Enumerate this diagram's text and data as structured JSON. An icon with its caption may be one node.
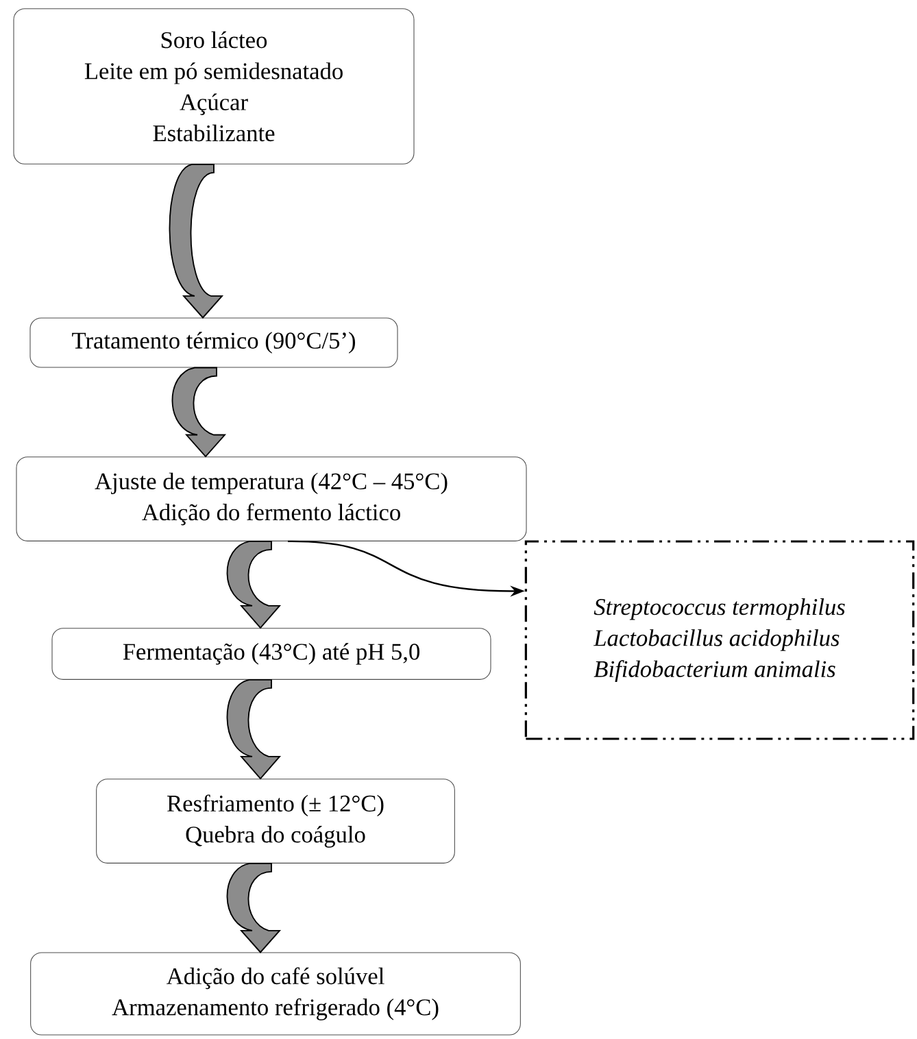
{
  "diagram": {
    "nodes": [
      {
        "text": [
          "Soro lácteo",
          "Leite em pó semidesnatado",
          "Açúcar",
          "Estabilizante"
        ]
      },
      {
        "text": [
          "Tratamento térmico (90°C/5’)"
        ]
      },
      {
        "text": [
          "Ajuste de temperatura (42°C – 45°C)",
          "Adição do fermento láctico"
        ]
      },
      {
        "text": [
          "Fermentação (43°C) até pH 5,0"
        ]
      },
      {
        "text": [
          "Resfriamento (± 12°C)",
          "Quebra do coágulo"
        ]
      },
      {
        "text": [
          "Adição do café solúvel",
          "Armazenamento refrigerado (4°C)"
        ]
      },
      {
        "text": [
          "Streptococcus termophilus",
          "Lactobacillus acidophilus",
          "Bifidobacterium animalis"
        ]
      }
    ],
    "edges": [
      {
        "from": 0,
        "to": 1,
        "arrow": "to"
      },
      {
        "from": 1,
        "to": 2,
        "arrow": "to"
      },
      {
        "from": 2,
        "to": 3,
        "arrow": "to"
      },
      {
        "from": 3,
        "to": 4,
        "arrow": "to"
      },
      {
        "from": 4,
        "to": 5,
        "arrow": "to"
      },
      {
        "from": 2,
        "to": 6,
        "arrow": "to"
      }
    ]
  }
}
